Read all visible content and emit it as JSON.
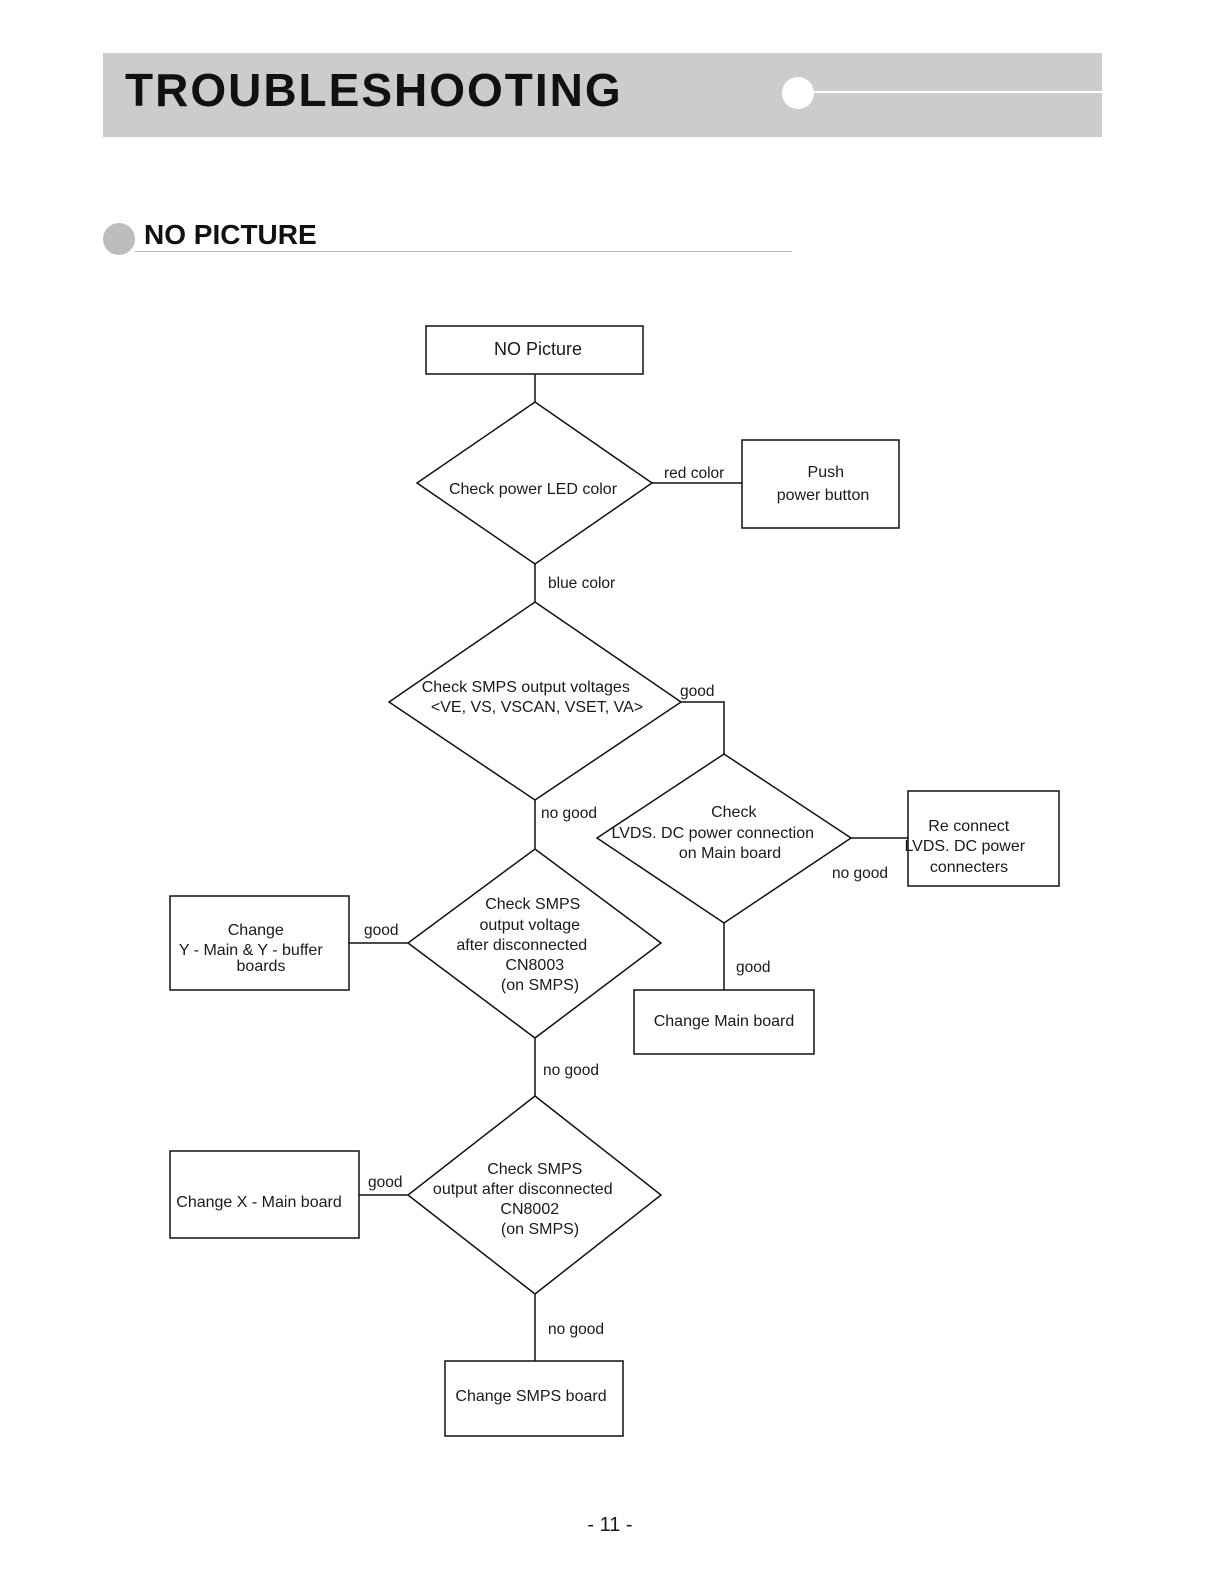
{
  "header": {
    "title": "TROUBLESHOOTING"
  },
  "section": {
    "title": "NO PICTURE"
  },
  "flowchart": {
    "nodes": {
      "start": [
        "NO Picture"
      ],
      "check_led": [
        "Check power LED color"
      ],
      "push_power": [
        "Push",
        "power button"
      ],
      "check_smps_voltages": [
        "Check SMPS output voltages",
        "<VE, VS, VSCAN, VSET, VA>"
      ],
      "check_lvds": [
        "Check",
        "LVDS. DC power connection",
        "on Main board"
      ],
      "reconnect_lvds": [
        "Re connect",
        "LVDS. DC power",
        "connecters"
      ],
      "change_main": [
        "Change Main board"
      ],
      "check_cn8003": [
        "Check SMPS",
        "output voltage",
        "after disconnected",
        "CN8003",
        "(on SMPS)"
      ],
      "change_y": [
        "Change",
        "Y - Main & Y - buffer",
        "boards"
      ],
      "check_cn8002": [
        "Check SMPS",
        "output after disconnected",
        "CN8002",
        "(on SMPS)"
      ],
      "change_x": [
        "Change X - Main board"
      ],
      "change_smps": [
        "Change SMPS board"
      ]
    },
    "edges": {
      "red_color": "red color",
      "blue_color": "blue color",
      "smps_good": "good",
      "smps_no_good": "no good",
      "lvds_no_good": "no good",
      "lvds_good": "good",
      "cn8003_good": "good",
      "cn8003_no_good": "no good",
      "cn8002_good": "good",
      "cn8002_no_good": "no good"
    }
  },
  "footer": {
    "page_number": "- 11 -"
  }
}
